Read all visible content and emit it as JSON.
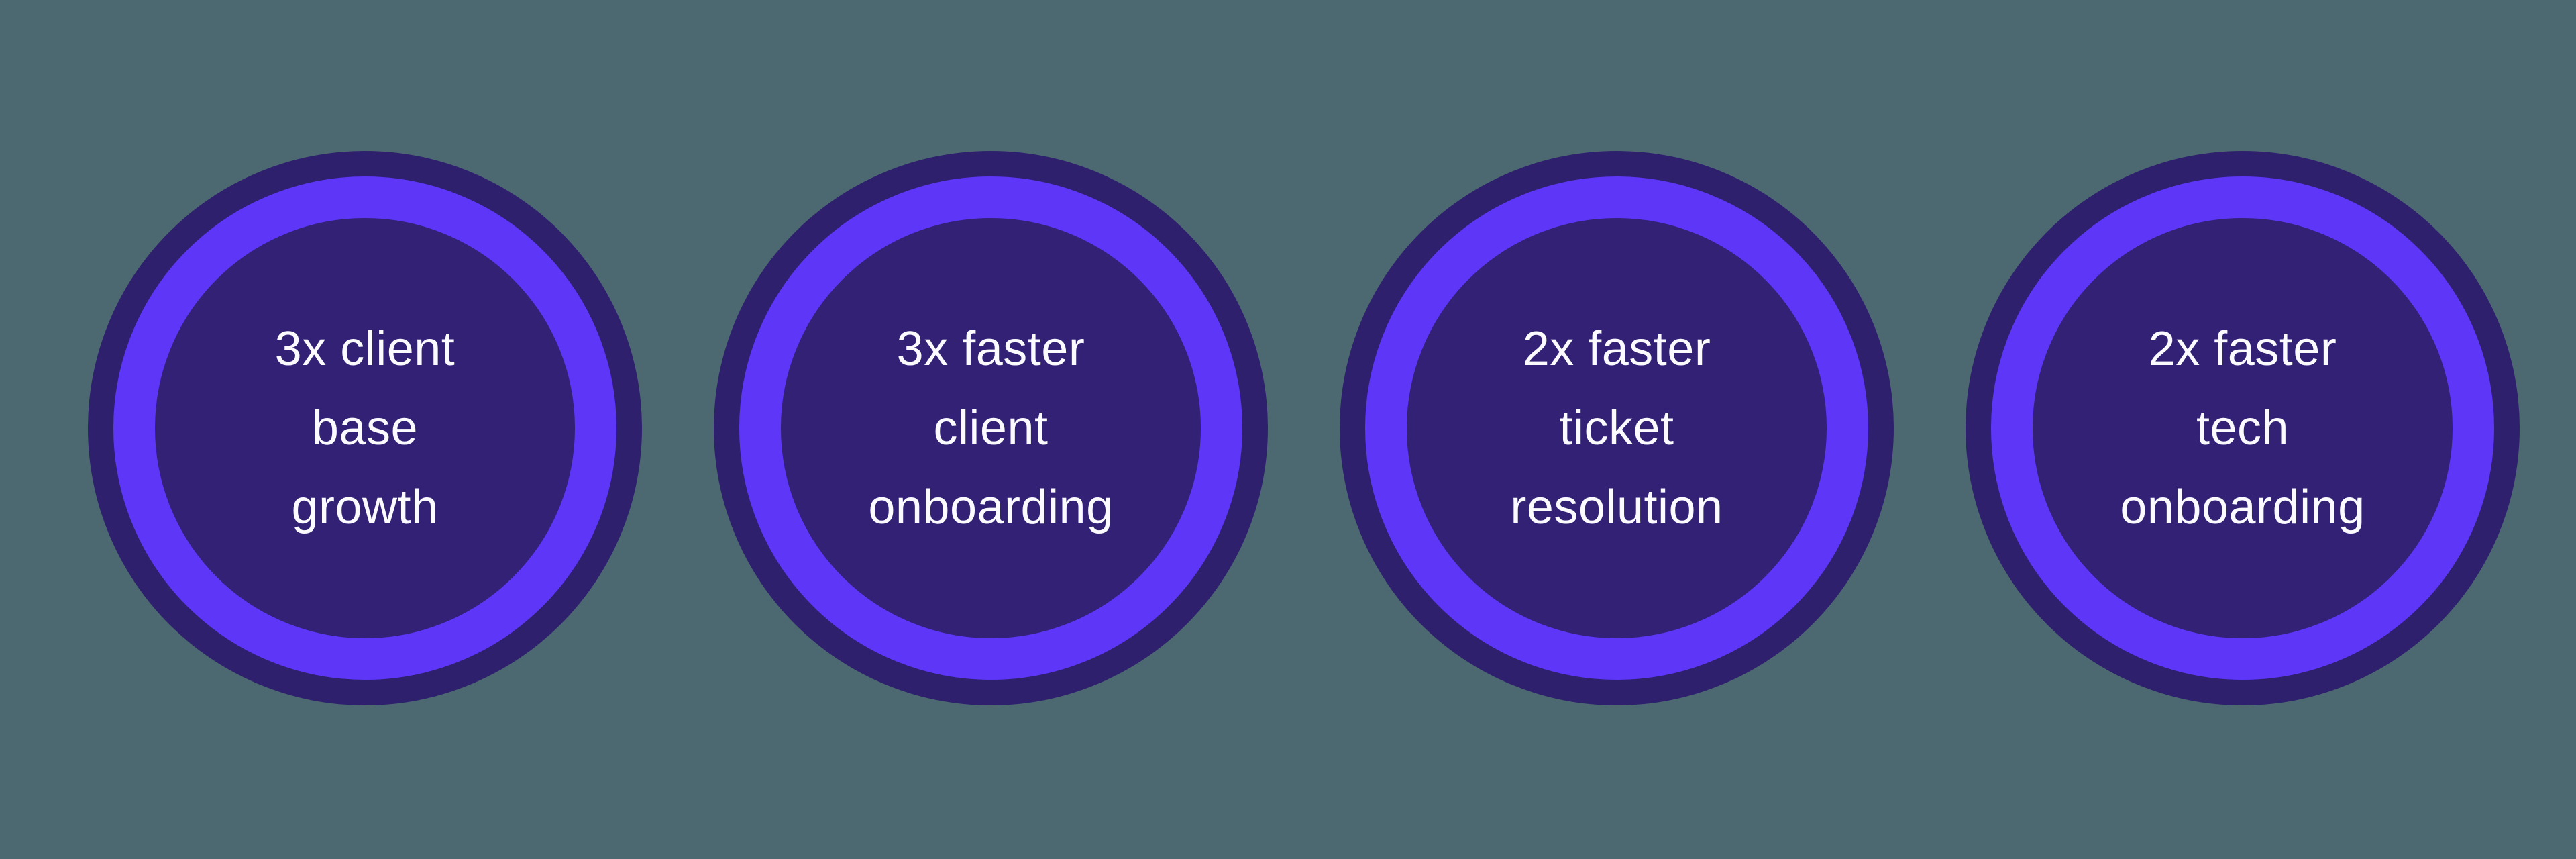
{
  "colors": {
    "background": "#4C6971",
    "ring_outer": "#2F206E",
    "ring_bright": "#5D36F7",
    "ring_inner": "#322175",
    "text": "#FBFAFF"
  },
  "circles": [
    {
      "lines": [
        "3x client",
        "base",
        "growth"
      ]
    },
    {
      "lines": [
        "3x faster",
        "client",
        "onboarding"
      ]
    },
    {
      "lines": [
        "2x faster",
        "ticket",
        "resolution"
      ]
    },
    {
      "lines": [
        "2x faster",
        "tech",
        "onboarding"
      ]
    }
  ]
}
